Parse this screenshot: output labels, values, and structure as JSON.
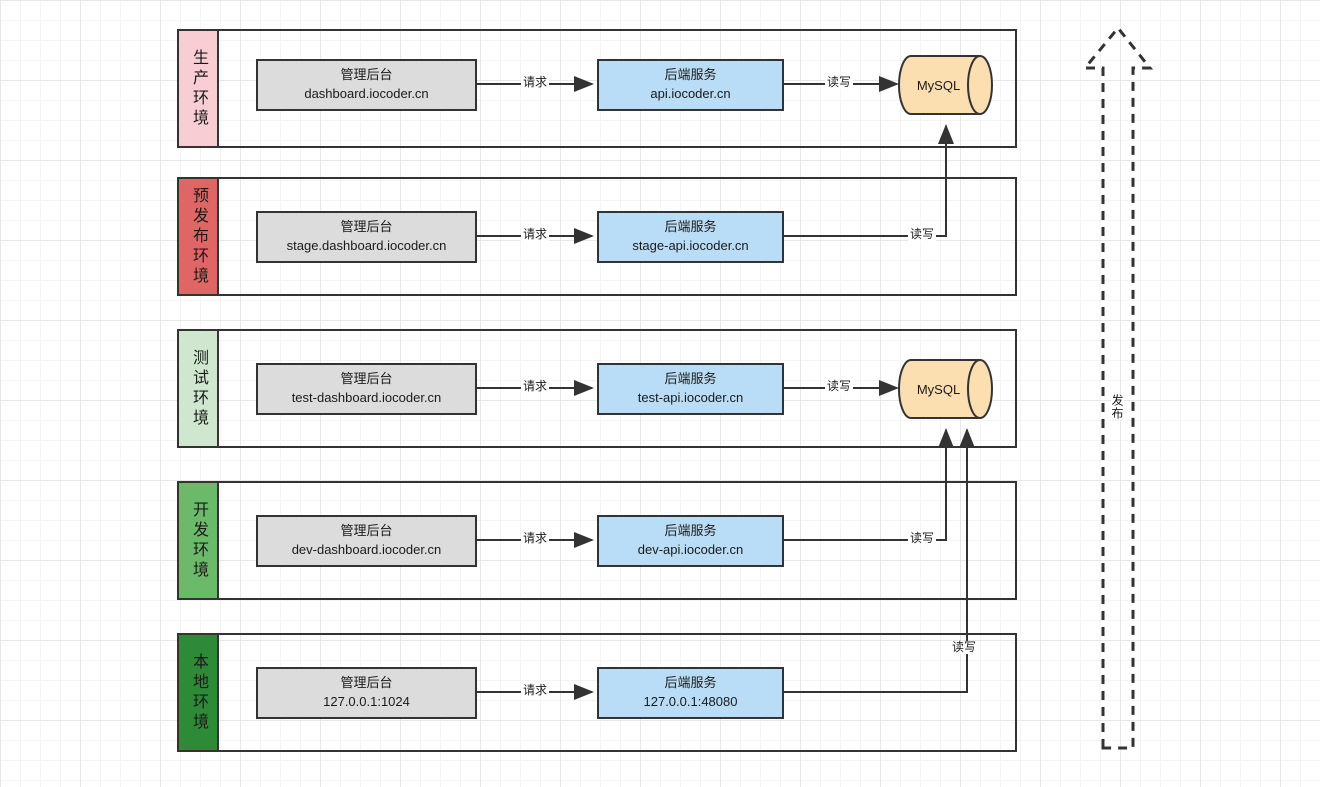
{
  "diagram": {
    "title": "multi-environment architecture",
    "colors": {
      "prod_label_bg": "#f9cdd4",
      "stage_label_bg": "#e06666",
      "test_label_bg": "#cfe7cf",
      "dev_label_bg": "#6aba6a",
      "local_label_bg": "#2d8b37",
      "admin_box_bg": "#dcdcdc",
      "service_box_bg": "#b9ddf7",
      "db_bg": "#fbdfb0",
      "stroke": "#333333",
      "grid_minor": "#f4f4f4",
      "grid_major": "#e8e8e8"
    },
    "environments": [
      {
        "id": "prod",
        "label": "生产环境",
        "admin": {
          "title": "管理后台",
          "host": "dashboard.iocoder.cn"
        },
        "service": {
          "title": "后端服务",
          "host": "api.iocoder.cn"
        },
        "request_label": "请求",
        "rw_label": "读写",
        "database": "MySQL"
      },
      {
        "id": "stage",
        "label": "预发布环境",
        "admin": {
          "title": "管理后台",
          "host": "stage.dashboard.iocoder.cn"
        },
        "service": {
          "title": "后端服务",
          "host": "stage-api.iocoder.cn"
        },
        "request_label": "请求",
        "rw_label": "读写",
        "database": null
      },
      {
        "id": "test",
        "label": "测试环境",
        "admin": {
          "title": "管理后台",
          "host": "test-dashboard.iocoder.cn"
        },
        "service": {
          "title": "后端服务",
          "host": "test-api.iocoder.cn"
        },
        "request_label": "请求",
        "rw_label": "读写",
        "database": "MySQL"
      },
      {
        "id": "dev",
        "label": "开发环境",
        "admin": {
          "title": "管理后台",
          "host": "dev-dashboard.iocoder.cn"
        },
        "service": {
          "title": "后端服务",
          "host": "dev-api.iocoder.cn"
        },
        "request_label": "请求",
        "rw_label": "读写",
        "database": null
      },
      {
        "id": "local",
        "label": "本地环境",
        "admin": {
          "title": "管理后台",
          "host": "127.0.0.1:1024"
        },
        "service": {
          "title": "后端服务",
          "host": "127.0.0.1:48080"
        },
        "request_label": "请求",
        "rw_label": "读写",
        "database": null
      }
    ],
    "publish_arrow": {
      "label": "发布",
      "style": "dashed-block-arrow",
      "direction": "up"
    }
  }
}
